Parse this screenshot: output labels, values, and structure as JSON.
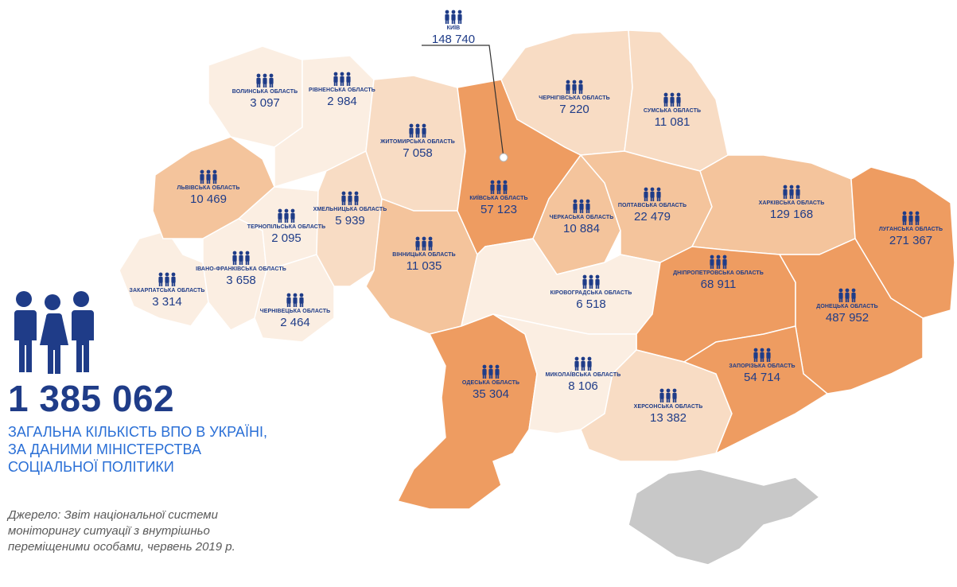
{
  "total": {
    "value": "1 385 062",
    "caption": "ЗАГАЛЬНА КІЛЬКІСТЬ ВПО В УКРАЇНІ,\nЗА ДАНИМИ МІНІСТЕРСТВА\nСОЦІАЛЬНОЇ ПОЛІТИКИ"
  },
  "source": "Джерело: Звіт національної системи\nмоніторингу ситуації з внутрішньо\nпереміщеними особами, червень 2019 р.",
  "colors": {
    "icon": "#1f3c88",
    "caption": "#2a6fd6",
    "crimea": "#c8c8c8",
    "shade_lightest": "#fbeee2",
    "shade_light": "#f8dcc4",
    "shade_mid": "#f4c49c",
    "shade_dark": "#ee9c61"
  },
  "regions": [
    {
      "id": "kyiv-city",
      "name": "КИЇВ",
      "value": "148 740"
    },
    {
      "id": "volyn",
      "name": "ВОЛИНСЬКА ОБЛАСТЬ",
      "value": "3 097"
    },
    {
      "id": "rivne",
      "name": "РІВНЕНСЬКА ОБЛАСТЬ",
      "value": "2 984"
    },
    {
      "id": "zhytomyr",
      "name": "ЖИТОМИРСЬКА ОБЛАСТЬ",
      "value": "7 058"
    },
    {
      "id": "chernihiv",
      "name": "ЧЕРНІГІВСЬКА ОБЛАСТЬ",
      "value": "7 220"
    },
    {
      "id": "sumy",
      "name": "СУМСЬКА ОБЛАСТЬ",
      "value": "11 081"
    },
    {
      "id": "lviv",
      "name": "ЛЬВІВСЬКА ОБЛАСТЬ",
      "value": "10 469"
    },
    {
      "id": "ternopil",
      "name": "ТЕРНОПІЛЬСЬКА ОБЛАСТЬ",
      "value": "2 095"
    },
    {
      "id": "khmelnytskyi",
      "name": "ХМЕЛЬНИЦЬКА ОБЛАСТЬ",
      "value": "5 939"
    },
    {
      "id": "kyiv-oblast",
      "name": "КИЇВСЬКА ОБЛАСТЬ",
      "value": "57 123"
    },
    {
      "id": "cherkasy",
      "name": "ЧЕРКАСЬКА ОБЛАСТЬ",
      "value": "10 884"
    },
    {
      "id": "poltava",
      "name": "ПОЛТАВСЬКА ОБЛАСТЬ",
      "value": "22 479"
    },
    {
      "id": "kharkiv",
      "name": "ХАРКІВСЬКА ОБЛАСТЬ",
      "value": "129 168"
    },
    {
      "id": "luhansk",
      "name": "ЛУГАНСЬКА ОБЛАСТЬ",
      "value": "271 367"
    },
    {
      "id": "zakarpattia",
      "name": "ЗАКАРПАТСЬКА ОБЛАСТЬ",
      "value": "3 314"
    },
    {
      "id": "ivano-frankivsk",
      "name": "ІВАНО-ФРАНКІВСЬКА ОБЛАСТЬ",
      "value": "3 658"
    },
    {
      "id": "chernivtsi",
      "name": "ЧЕРНІВЕЦЬКА ОБЛАСТЬ",
      "value": "2 464"
    },
    {
      "id": "vinnytsia",
      "name": "ВІННИЦЬКА ОБЛАСТЬ",
      "value": "11 035"
    },
    {
      "id": "kirovohrad",
      "name": "КІРОВОГРАДСЬКА ОБЛАСТЬ",
      "value": "6 518"
    },
    {
      "id": "dnipropetrovsk",
      "name": "ДНІПРОПЕТРОВСЬКА ОБЛАСТЬ",
      "value": "68 911"
    },
    {
      "id": "donetsk",
      "name": "ДОНЕЦЬКА ОБЛАСТЬ",
      "value": "487 952"
    },
    {
      "id": "odesa",
      "name": "ОДЕСЬКА ОБЛАСТЬ",
      "value": "35 304"
    },
    {
      "id": "mykolaiv",
      "name": "МИКОЛАЇВСЬКА ОБЛАСТЬ",
      "value": "8 106"
    },
    {
      "id": "kherson",
      "name": "ХЕРСОНСЬКА ОБЛАСТЬ",
      "value": "13 382"
    },
    {
      "id": "zaporizhzhia",
      "name": "ЗАПОРІЗЬКА ОБЛАСТЬ",
      "value": "54 714"
    }
  ]
}
